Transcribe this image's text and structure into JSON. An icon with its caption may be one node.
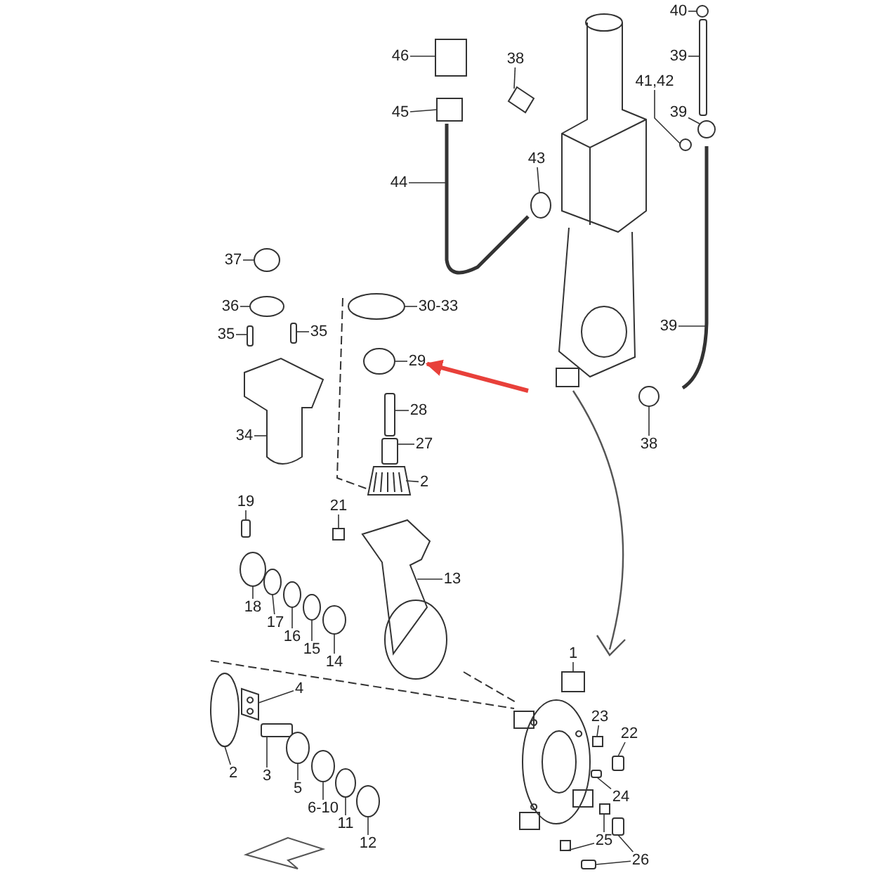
{
  "diagram": {
    "nodes": [
      {
        "text": [
          "40"
        ]
      },
      {
        "text": [
          "39"
        ]
      },
      {
        "text": [
          "41,42"
        ]
      },
      {
        "text": [
          "39"
        ]
      },
      {
        "text": [
          "46"
        ]
      },
      {
        "text": [
          "38"
        ]
      },
      {
        "text": [
          "45"
        ]
      },
      {
        "text": [
          "43"
        ]
      },
      {
        "text": [
          "44"
        ]
      },
      {
        "text": [
          "37"
        ]
      },
      {
        "text": [
          "36"
        ]
      },
      {
        "text": [
          "35"
        ]
      },
      {
        "text": [
          "35"
        ]
      },
      {
        "text": [
          "30-33"
        ]
      },
      {
        "text": [
          "29"
        ]
      },
      {
        "text": [
          "39"
        ]
      },
      {
        "text": [
          "34"
        ]
      },
      {
        "text": [
          "28"
        ]
      },
      {
        "text": [
          "27"
        ]
      },
      {
        "text": [
          "2"
        ]
      },
      {
        "text": [
          "38"
        ]
      },
      {
        "text": [
          "19"
        ]
      },
      {
        "text": [
          "21"
        ]
      },
      {
        "text": [
          "13"
        ]
      },
      {
        "text": [
          "18"
        ]
      },
      {
        "text": [
          "17"
        ]
      },
      {
        "text": [
          "16"
        ]
      },
      {
        "text": [
          "15"
        ]
      },
      {
        "text": [
          "14"
        ]
      },
      {
        "text": [
          "1"
        ]
      },
      {
        "text": [
          "4"
        ]
      },
      {
        "text": [
          "23"
        ]
      },
      {
        "text": [
          "22"
        ]
      },
      {
        "text": [
          "2"
        ]
      },
      {
        "text": [
          "3"
        ]
      },
      {
        "text": [
          "5"
        ]
      },
      {
        "text": [
          "6-10"
        ]
      },
      {
        "text": [
          "11"
        ]
      },
      {
        "text": [
          "24"
        ]
      },
      {
        "text": [
          "12"
        ]
      },
      {
        "text": [
          "25"
        ]
      },
      {
        "text": [
          "26"
        ]
      },
      {
        "text": [],
        "shape": "circle"
      },
      {
        "text": [],
        "shape": "bar"
      },
      {
        "text": [],
        "shape": "circle"
      },
      {
        "text": [],
        "shape": "circle"
      },
      {
        "text": [],
        "shape": "box"
      },
      {
        "text": [],
        "shape": "picture"
      },
      {
        "text": [],
        "shape": "box"
      },
      {
        "text": [],
        "shape": "circle"
      },
      {
        "text": [],
        "shape": "picture"
      },
      {
        "text": [],
        "shape": "circle"
      },
      {
        "text": [],
        "shape": "circle"
      },
      {
        "text": [],
        "shape": "bar"
      },
      {
        "text": [],
        "shape": "bar"
      },
      {
        "text": [],
        "shape": "circle"
      },
      {
        "text": [],
        "shape": "circle"
      },
      {
        "text": [],
        "shape": "picture"
      },
      {
        "text": [],
        "shape": "picture"
      },
      {
        "text": [],
        "shape": "bar"
      },
      {
        "text": [],
        "shape": "bar"
      },
      {
        "text": [],
        "shape": "picture"
      },
      {
        "text": [],
        "shape": "circle"
      },
      {
        "text": [],
        "shape": "bar"
      },
      {
        "text": [],
        "shape": "box"
      },
      {
        "text": [],
        "shape": "picture"
      },
      {
        "text": [],
        "shape": "circle"
      },
      {
        "text": [],
        "shape": "circle"
      },
      {
        "text": [],
        "shape": "circle"
      },
      {
        "text": [],
        "shape": "circle"
      },
      {
        "text": [],
        "shape": "circle"
      },
      {
        "text": [],
        "shape": "box"
      },
      {
        "text": [],
        "shape": "picture"
      },
      {
        "text": [],
        "shape": "box"
      },
      {
        "text": [],
        "shape": "bar"
      },
      {
        "text": [],
        "shape": "circle"
      },
      {
        "text": [],
        "shape": "bar"
      },
      {
        "text": [],
        "shape": "circle"
      },
      {
        "text": [],
        "shape": "circle"
      },
      {
        "text": [],
        "shape": "circle"
      },
      {
        "text": [],
        "shape": "bar"
      },
      {
        "text": [],
        "shape": "circle"
      },
      {
        "text": [],
        "shape": "box"
      },
      {
        "text": [],
        "shape": "box"
      },
      {
        "text": [],
        "shape": "bar"
      },
      {
        "text": [],
        "shape": "bar"
      }
    ],
    "edges": [
      {
        "from": 0,
        "to": 42,
        "arrow": "none"
      },
      {
        "from": 1,
        "to": 43,
        "arrow": "none"
      },
      {
        "from": 2,
        "to": 44,
        "arrow": "none"
      },
      {
        "from": 3,
        "to": 45,
        "arrow": "none"
      },
      {
        "from": 4,
        "to": 46,
        "arrow": "none"
      },
      {
        "from": 5,
        "to": 47,
        "arrow": "none"
      },
      {
        "from": 6,
        "to": 48,
        "arrow": "none"
      },
      {
        "from": 7,
        "to": 49,
        "arrow": "none"
      },
      {
        "from": 8,
        "to": 50,
        "arrow": "none"
      },
      {
        "from": 9,
        "to": 51,
        "arrow": "none"
      },
      {
        "from": 10,
        "to": 52,
        "arrow": "none"
      },
      {
        "from": 11,
        "to": 53,
        "arrow": "none"
      },
      {
        "from": 12,
        "to": 54,
        "arrow": "none"
      },
      {
        "from": 13,
        "to": 55,
        "arrow": "none"
      },
      {
        "from": 14,
        "to": 56,
        "arrow": "none"
      },
      {
        "from": 15,
        "to": 57,
        "arrow": "none"
      },
      {
        "from": 16,
        "to": 58,
        "arrow": "none"
      },
      {
        "from": 17,
        "to": 59,
        "arrow": "none"
      },
      {
        "from": 18,
        "to": 60,
        "arrow": "none"
      },
      {
        "from": 19,
        "to": 61,
        "arrow": "none"
      },
      {
        "from": 20,
        "to": 62,
        "arrow": "none"
      },
      {
        "from": 21,
        "to": 63,
        "arrow": "none"
      },
      {
        "from": 22,
        "to": 64,
        "arrow": "none"
      },
      {
        "from": 23,
        "to": 65,
        "arrow": "none"
      },
      {
        "from": 24,
        "to": 66,
        "arrow": "none"
      },
      {
        "from": 25,
        "to": 67,
        "arrow": "none"
      },
      {
        "from": 26,
        "to": 68,
        "arrow": "none"
      },
      {
        "from": 27,
        "to": 69,
        "arrow": "none"
      },
      {
        "from": 28,
        "to": 70,
        "arrow": "none"
      },
      {
        "from": 29,
        "to": 71,
        "arrow": "none"
      },
      {
        "from": 30,
        "to": 72,
        "arrow": "none"
      },
      {
        "from": 31,
        "to": 73,
        "arrow": "none"
      },
      {
        "from": 32,
        "to": 74,
        "arrow": "none"
      },
      {
        "from": 33,
        "to": 75,
        "arrow": "none"
      },
      {
        "from": 34,
        "to": 76,
        "arrow": "none"
      },
      {
        "from": 35,
        "to": 77,
        "arrow": "none"
      },
      {
        "from": 36,
        "to": 78,
        "arrow": "none"
      },
      {
        "from": 37,
        "to": 79,
        "arrow": "none"
      },
      {
        "from": 38,
        "to": 80,
        "arrow": "none"
      },
      {
        "from": 39,
        "to": 81,
        "arrow": "none"
      },
      {
        "from": 40,
        "to": 82,
        "arrow": "none"
      },
      {
        "from": 40,
        "to": 83,
        "arrow": "none"
      },
      {
        "from": 41,
        "to": 84,
        "arrow": "none"
      },
      {
        "from": 41,
        "to": 85,
        "arrow": "none"
      },
      {
        "from": null,
        "to": 14,
        "arrow": "to",
        "style": "thick",
        "color": "#e8403a"
      }
    ]
  }
}
